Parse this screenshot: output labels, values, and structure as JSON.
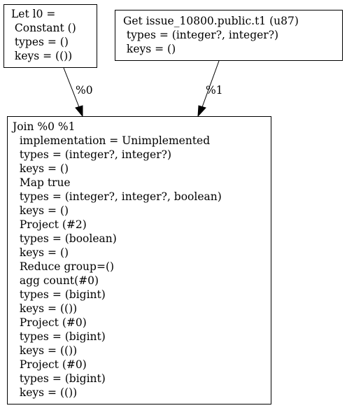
{
  "diagram": {
    "nodes": {
      "let": {
        "lines": [
          "Let l0 =",
          " Constant ()",
          " types = ()",
          " keys = (())"
        ]
      },
      "get": {
        "lines": [
          "Get issue_10800.public.t1 (u87)",
          " types = (integer?, integer?)",
          " keys = ()"
        ]
      },
      "join": {
        "lines": [
          "Join %0 %1",
          "  implementation = Unimplemented",
          "  types = (integer?, integer?)",
          "  keys = ()",
          "  Map true",
          "  types = (integer?, integer?, boolean)",
          "  keys = ()",
          "  Project (#2)",
          "  types = (boolean)",
          "  keys = ()",
          "  Reduce group=()",
          "  agg count(#0)",
          "  types = (bigint)",
          "  keys = (())",
          "  Project (#0)",
          "  types = (bigint)",
          "  keys = (())",
          "  Project (#0)",
          "  types = (bigint)",
          "  keys = (())"
        ]
      }
    },
    "edges": [
      {
        "from": "let",
        "to": "join",
        "label": "%0"
      },
      {
        "from": "get",
        "to": "join",
        "label": "%1"
      }
    ]
  }
}
